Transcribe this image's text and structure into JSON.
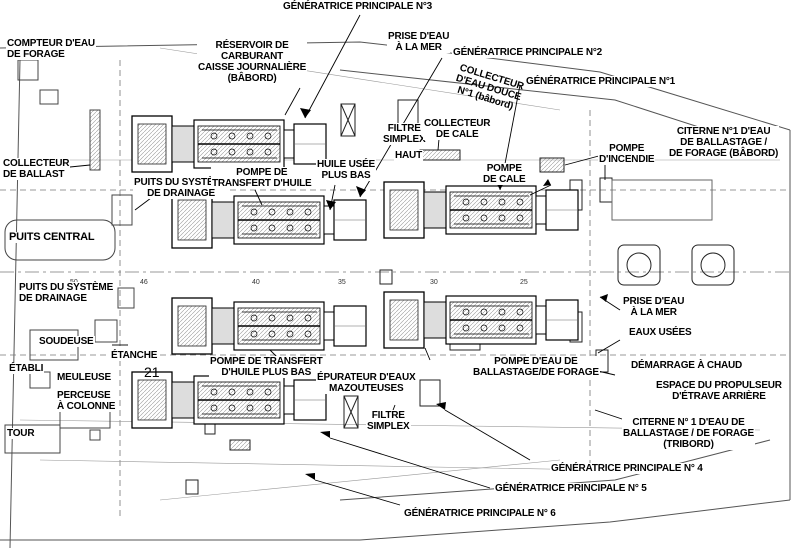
{
  "labels": {
    "gp3": "GÉNÉRATRICE PRINCIPALE N°3",
    "compteur_l1": "COMPTEUR D'EAU",
    "compteur_l2": "DE FORAGE",
    "reservoir_l1": "RÉSERVOIR DE",
    "reservoir_l2": "CARBURANT",
    "reservoir_l3": "CAISSE JOURNALIÈRE",
    "reservoir_l4": "(BÂBORD)",
    "prise_haut_l1": "PRISE D'EAU",
    "prise_haut_l2": "À LA MER",
    "gp2": "GÉNÉRATRICE PRINCIPALE N°2",
    "collecteur_douce_l1": "COLLECTEUR",
    "collecteur_douce_l2": "D'EAU DOUCE",
    "collecteur_douce_l3": "N°1 (bâbord)",
    "gp1": "GÉNÉRATRICE PRINCIPALE N°1",
    "filtre_haut_l1": "FILTRE",
    "filtre_haut_l2": "SIMPLEX",
    "collecteur_cale_l1": "COLLECTEUR",
    "collecteur_cale_l2": "DE CALE",
    "citerne_b_l1": "CITERNE N°1 D'EAU",
    "citerne_b_l2": "DE BALLASTAGE /",
    "citerne_b_l3": "DE FORAGE (BÂBORD)",
    "collecteur_ballast_l1": "COLLECTEUR",
    "collecteur_ballast_l2": "DE BALLAST",
    "puits_drainage_haut_l1": "PUITS DU SYSTÈME",
    "puits_drainage_haut_l2": "DE DRAINAGE",
    "pompe_huile_haut_l1": "POMPE DE",
    "pompe_huile_haut_l2": "TRANSFERT D'HUILE",
    "huile_usee_l1": "HUILE USÉE",
    "huile_usee_l2": "PLUS BAS",
    "haut": "HAUT",
    "pompe_cale_l1": "POMPE",
    "pompe_cale_l2": "DE CALE",
    "pompe_incendie_l1": "POMPE",
    "pompe_incendie_l2": "D'INCENDIE",
    "puits_central": "PUITS CENTRAL",
    "puits_drainage_bas_l1": "PUITS DU SYSTÈME",
    "puits_drainage_bas_l2": "DE DRAINAGE",
    "prise_bas_l1": "PRISE D'EAU",
    "prise_bas_l2": "À LA MER",
    "eaux_usees": "EAUX USÉES",
    "soudeuse": "SOUDEUSE",
    "etanche": "ÉTANCHE",
    "etabli": "ÉTABLI",
    "meuleuse": "MEULEUSE",
    "pompe_huile_bas_l1": "POMPE DE TRANSFERT",
    "pompe_huile_bas_l2": "D'HUILE PLUS BAS",
    "pompe_ballast_l1": "POMPE D'EAU DE",
    "pompe_ballast_l2": "BALLASTAGE/DE FORAGE",
    "demarrage": "DÉMARRAGE  À CHAUD",
    "espace_l1": "ESPACE DU PROPULSEUR",
    "espace_l2": "D'ÉTRAVE ARRIÈRE",
    "epurateur_l1": "ÉPURATEUR D'EAUX",
    "epurateur_l2": "MAZOUTEUSES",
    "perceuse_l1": "PERCEUSE",
    "perceuse_l2": "À COLONNE",
    "filtre_bas_l1": "FILTRE",
    "filtre_bas_l2": "SIMPLEX",
    "citerne_t_l1": "CITERNE N° 1 D'EAU DE",
    "citerne_t_l2": "BALLASTAGE / DE FORAGE",
    "citerne_t_l3": "(TRIBORD)",
    "tour": "TOUR",
    "gp4": "GÉNÉRATRICE PRINCIPALE N° 4",
    "gp5": "GÉNÉRATRICE PRINCIPALE N° 5",
    "gp6": "GÉNÉRATRICE PRINCIPALE N° 6",
    "frame_50": "50",
    "frame_46": "46",
    "frame_40": "40",
    "frame_35": "35",
    "frame_30": "30",
    "frame_25": "25",
    "frame_21": "21"
  },
  "colors": {
    "ink": "#000000",
    "line": "#555555",
    "hatch": "#8a8a8a"
  }
}
